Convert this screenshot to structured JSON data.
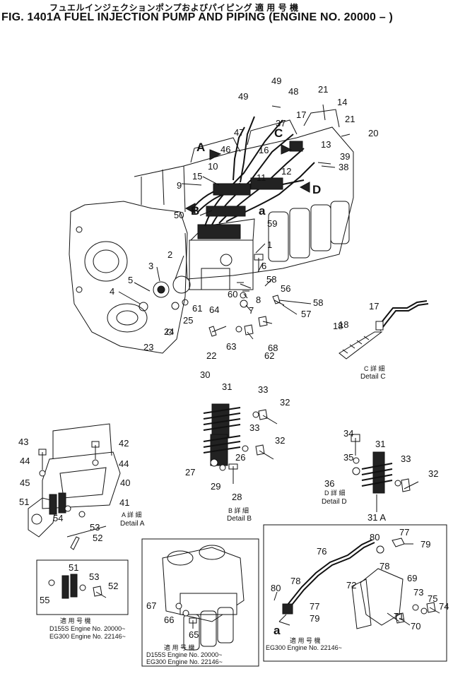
{
  "header": {
    "japanese_title": "フュエルインジェクションポンプおよびパイピング 適 用 号 機",
    "figure_title": "FIG. 1401A  FUEL INJECTION PUMP AND PIPING (ENGINE NO. 20000 – )"
  },
  "main_view": {
    "view_letters": [
      "A",
      "B",
      "C",
      "D",
      "a"
    ],
    "part_labels": [
      "1",
      "2",
      "3",
      "4",
      "5",
      "6",
      "7",
      "8",
      "9",
      "10",
      "11",
      "12",
      "13",
      "14",
      "15",
      "16",
      "17",
      "18",
      "20",
      "21",
      "21",
      "22",
      "23",
      "24",
      "25",
      "37",
      "38",
      "39",
      "46",
      "47",
      "48",
      "49",
      "49",
      "50",
      "56",
      "57",
      "58",
      "58",
      "59",
      "60",
      "61",
      "62",
      "63",
      "64",
      "68"
    ]
  },
  "detail_c": {
    "part_labels": [
      "17",
      "18"
    ],
    "caption_jp": "C 詳 細",
    "caption_en": "Detail C"
  },
  "detail_b": {
    "part_labels": [
      "26",
      "27",
      "28",
      "29",
      "30",
      "31",
      "32",
      "32",
      "33",
      "33"
    ],
    "caption_jp": "B 詳 細",
    "caption_en": "Detail B"
  },
  "detail_d": {
    "part_labels": [
      "31",
      "31 A",
      "32",
      "33",
      "34",
      "35",
      "36"
    ],
    "caption_jp": "D 詳 細",
    "caption_en": "Detail D"
  },
  "detail_a": {
    "part_labels": [
      "40",
      "41",
      "42",
      "43",
      "44",
      "44",
      "45",
      "51",
      "52",
      "53",
      "54"
    ],
    "caption_jp": "A 詳 細",
    "caption_en": "Detail A"
  },
  "box_left": {
    "part_labels": [
      "51",
      "52",
      "53",
      "55"
    ],
    "apply_jp": "適 用 号 機",
    "serial_lines": [
      "D155S   Engine   No.  20000~",
      "EG300   Engine   No.  22146~"
    ]
  },
  "box_mid": {
    "part_labels": [
      "65",
      "66",
      "67"
    ],
    "apply_jp": "適 用 号 機",
    "serial_lines": [
      "D155S   Engine   No.  20000~",
      "EG300   Engine   No.  22146~"
    ]
  },
  "box_right": {
    "part_labels": [
      "69",
      "70",
      "71",
      "72",
      "73",
      "74",
      "75",
      "76",
      "77",
      "77",
      "78",
      "78",
      "79",
      "79",
      "80",
      "80",
      "a"
    ],
    "apply_jp": "適 用 号 機",
    "serial_lines": [
      "EG300   Engine   No.  22146~"
    ]
  }
}
